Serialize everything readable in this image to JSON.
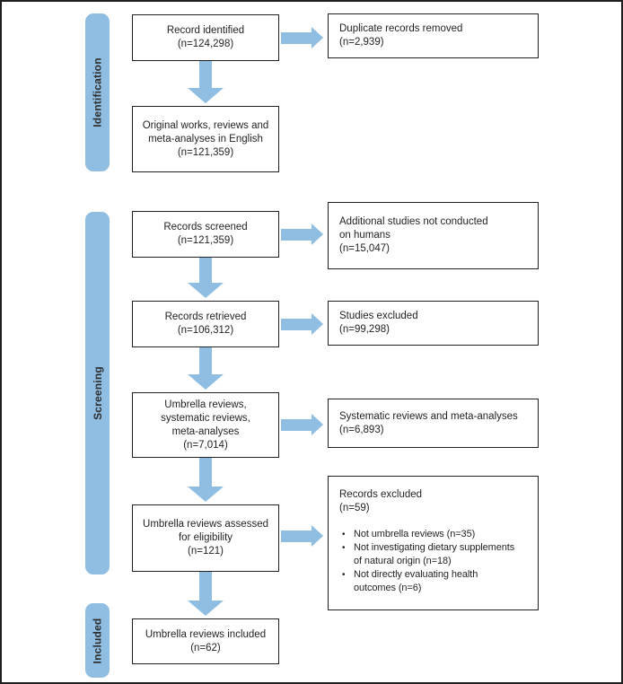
{
  "colors": {
    "stage_fill": "#8FBEE2",
    "arrow_fill": "#8FBEE2",
    "box_border": "#231F20",
    "outer_border": "#1F1F1F",
    "text": "#231F20"
  },
  "stages": [
    {
      "label": "Identification"
    },
    {
      "label": "Screening"
    },
    {
      "label": "Included"
    }
  ],
  "boxes": {
    "record_identified": {
      "text": "Record identified\n(n=124,298)"
    },
    "duplicates_removed": {
      "text": "Duplicate records removed\n (n=2,939)"
    },
    "original_works": {
      "text": "Original works, reviews and\nmeta-analyses in English\n(n=121,359)"
    },
    "records_screened": {
      "text": "Records screened\n(n=121,359)"
    },
    "non_human_studies": {
      "text": "Additional studies not conducted\non humans\n(n=15,047)"
    },
    "records_retrieved": {
      "text": "Records retrieved\n(n=106,312)"
    },
    "studies_excluded": {
      "text": "Studies excluded\n(n=99,298)"
    },
    "umbrella_systematic_meta": {
      "text": "Umbrella reviews,\nsystematic reviews,\nmeta-analyses\n(n=7,014)"
    },
    "systematic_meta_excluded": {
      "text": "Systematic reviews and meta-analyses\n(n=6,893)"
    },
    "assessed_eligibility": {
      "text": "Umbrella reviews assessed\nfor eligibility\n(n=121)"
    },
    "records_excluded": {
      "title": "Records excluded\n(n=59)",
      "bullets": [
        "Not umbrella reviews (n=35)",
        "Not investigating dietary supplements\nof natural origin (n=18)",
        "Not directly evaluating health\noutcomes (n=6)"
      ]
    },
    "umbrella_included": {
      "text": "Umbrella reviews included\n(n=62)"
    }
  }
}
